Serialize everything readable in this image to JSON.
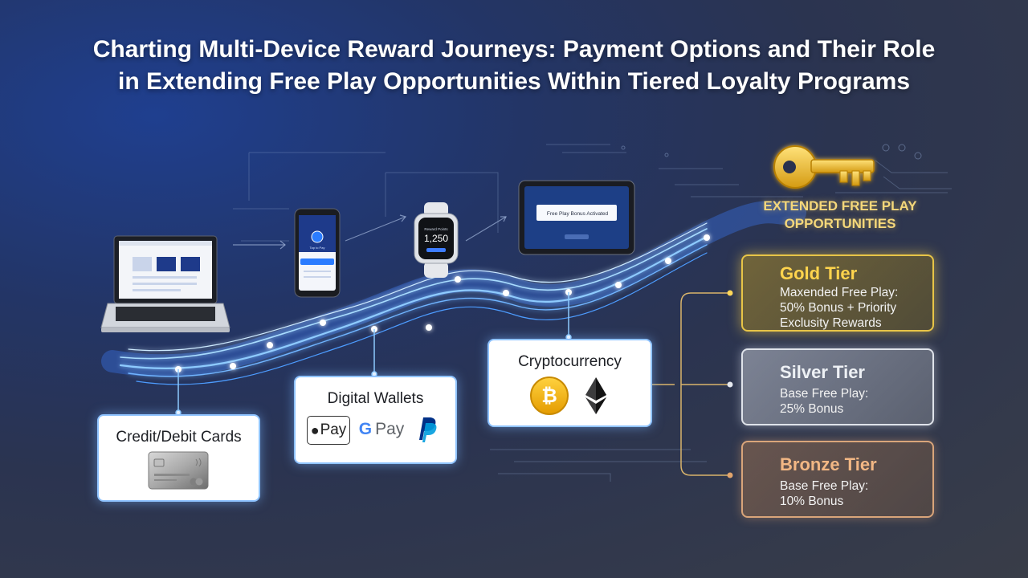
{
  "title": {
    "line1": "Charting Multi-Device Reward Journeys: Payment Options and Their Role",
    "line2": "in Extending Free Play Opportunities Within Tiered Loyalty Programs"
  },
  "devices": {
    "phone_button": "Tap to Pay",
    "watch_title": "Reward Points",
    "watch_value": "1,250",
    "tablet_banner": "Free Play Bonus Activated"
  },
  "payments": {
    "cards": {
      "title": "Credit/Debit Cards"
    },
    "wallets": {
      "title": "Digital Wallets",
      "apple_pay": "Pay",
      "google_pay": "Pay"
    },
    "crypto": {
      "title": "Cryptocurrency"
    }
  },
  "extended": {
    "line1": "EXTENDED FREE PLAY",
    "line2": "OPPORTUNITIES"
  },
  "tiers": [
    {
      "name": "Gold Tier",
      "lines": [
        "Maxended Free Play:",
        "50% Bonus + Priority",
        "Exclusity Rewards"
      ]
    },
    {
      "name": "Silver Tier",
      "lines": [
        "Base Free Play:",
        "25% Bonus"
      ]
    },
    {
      "name": "Bronze Tier",
      "lines": [
        "Base Free Play:",
        "10% Bonus"
      ]
    }
  ],
  "colors": {
    "accent_blue": "#8fc3ff",
    "gold": "#e8c547",
    "silver": "#dfe3ea",
    "bronze": "#d9a57a",
    "bitcoin": "#f2a900",
    "paypal": "#003087"
  },
  "icons": [
    "laptop-icon",
    "phone-icon",
    "smartwatch-icon",
    "tablet-icon",
    "key-icon",
    "credit-card-icon",
    "apple-pay-icon",
    "google-pay-icon",
    "paypal-icon",
    "bitcoin-icon",
    "ethereum-icon"
  ]
}
